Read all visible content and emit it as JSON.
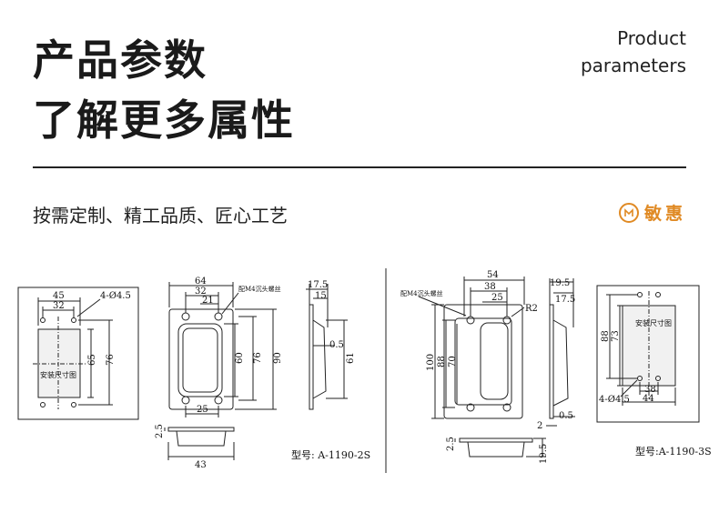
{
  "header": {
    "title_line1": "产品参数",
    "title_line2": "了解更多属性",
    "en_line1": "Product",
    "en_line2": "parameters"
  },
  "subheader": {
    "slogan": "按需定制、精工品质、匠心工艺",
    "brand": "敏惠",
    "brand_icon": "brand-logo-icon",
    "brand_color": "#e08a24"
  },
  "drawing_left": {
    "mount_dims": [
      "45",
      "32",
      "4-Ø4.5",
      "65",
      "76"
    ],
    "mount_label": "安装尺寸图",
    "front_dims": [
      "64",
      "32",
      "21",
      "60",
      "76",
      "90",
      "25"
    ],
    "screw_note": "配M4沉头螺丝",
    "side_dims": [
      "17.5",
      "15",
      "0.5",
      "61"
    ],
    "bottom_dims": [
      "2.5",
      "43"
    ],
    "model": "型号: A-1190-2S"
  },
  "drawing_right": {
    "screw_note": "配M4沉头螺丝",
    "front_dims": [
      "54",
      "38",
      "25",
      "R2",
      "100",
      "88",
      "70"
    ],
    "side_dims": [
      "19.5",
      "17.5",
      "0.5",
      "2"
    ],
    "bottom_dims": [
      "2.5",
      "19.5"
    ],
    "mount_dims": [
      "88",
      "73",
      "38",
      "44",
      "4-Ø4.5"
    ],
    "mount_label": "安装尺寸图",
    "model": "型号:A-1190-3S"
  }
}
